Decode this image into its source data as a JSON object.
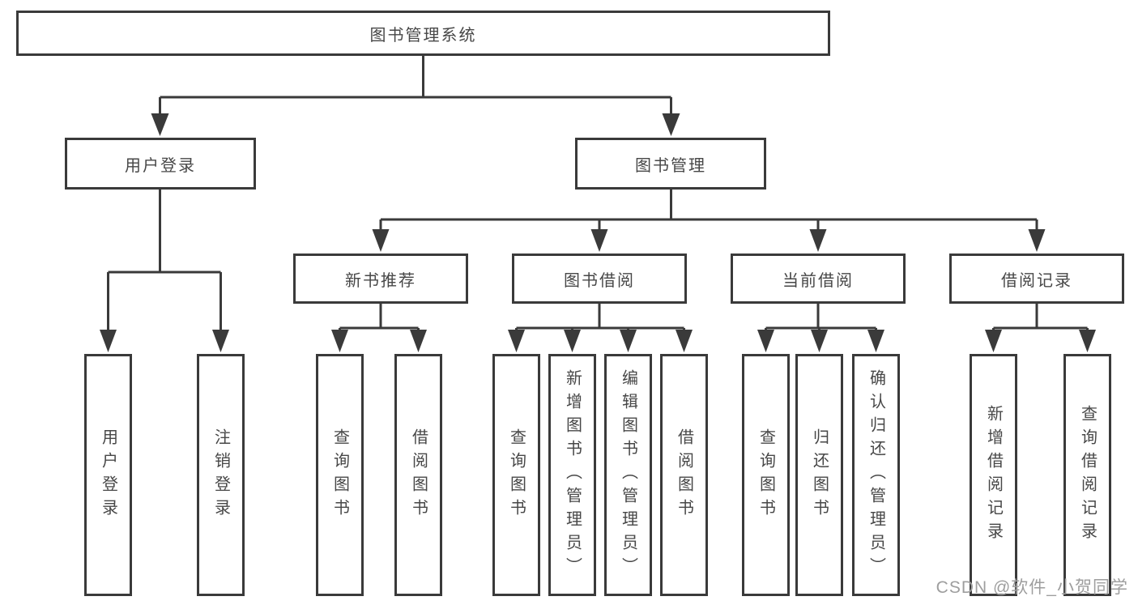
{
  "diagram": {
    "title": "图书管理系统",
    "branches": [
      {
        "label": "用户登录",
        "children": [
          "用户登录",
          "注销登录"
        ]
      },
      {
        "label": "图书管理",
        "groups": [
          {
            "label": "新书推荐",
            "children": [
              "查询图书",
              "借阅图书"
            ]
          },
          {
            "label": "图书借阅",
            "children": [
              "查询图书",
              "新增图书（管理员）",
              "编辑图书（管理员）",
              "借阅图书"
            ]
          },
          {
            "label": "当前借阅",
            "children": [
              "查询图书",
              "归还图书",
              "确认归还（管理员）"
            ]
          },
          {
            "label": "借阅记录",
            "children": [
              "新增借阅记录",
              "查询借阅记录"
            ]
          }
        ]
      }
    ]
  },
  "watermark": {
    "text": "CSDN @软件_小贺同学"
  },
  "colors": {
    "line": "#3a3a3a",
    "text": "#474747",
    "watermark": "#9e9e9e",
    "background": "#ffffff"
  }
}
